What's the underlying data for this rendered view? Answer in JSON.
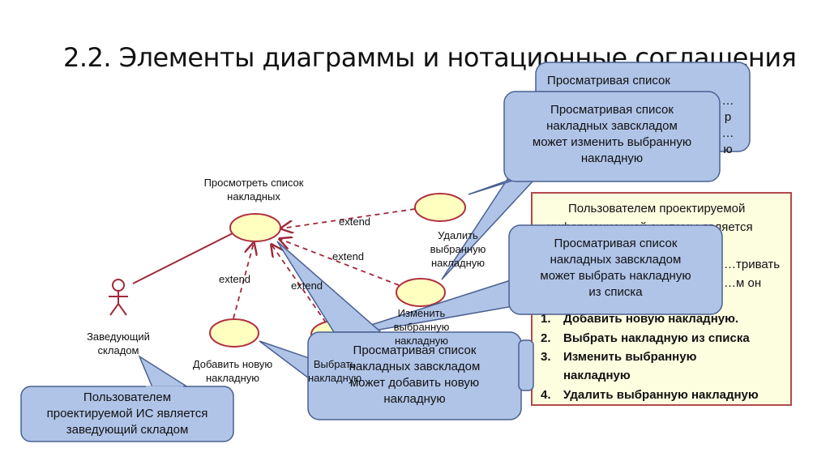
{
  "title": "2.2. Элементы диаграммы и нотационные соглашения",
  "actor": {
    "name": "Заведующий складом",
    "line1": "Заведующий",
    "line2": "складом"
  },
  "use_cases": {
    "view_list": {
      "line1": "Просмотреть список",
      "line2": "накладных"
    },
    "delete": {
      "line1": "Удалить",
      "line2": "выбранную",
      "line3": "накладную"
    },
    "change": {
      "line1": "Изменить",
      "line2": "выбранную",
      "line3": "накладную"
    },
    "add": {
      "line1": "Добавить новую",
      "line2": "накладную"
    },
    "select": {
      "line1": "Выбрать",
      "line2": "накладную"
    }
  },
  "relations": {
    "extend": "extend"
  },
  "yellow_box": {
    "line1": "Пользователем проектируемой",
    "line2": "информационной системы является",
    "line3": "…тривать",
    "line4": "…м он",
    "items": [
      {
        "num": "1.",
        "text": "Добавить новую накладную."
      },
      {
        "num": "2.",
        "text": "Выбрать накладную из списка"
      },
      {
        "num": "3.",
        "text": "Изменить выбранную"
      },
      {
        "num": "",
        "text": "накладную"
      },
      {
        "num": "4.",
        "text": "Удалить выбранную накладную"
      }
    ]
  },
  "callouts": {
    "back_top": {
      "line1": "Просматривая список",
      "line2": "…р",
      "line3": "…ю"
    },
    "front_top": {
      "line1": "Просматривая список",
      "line2": "накладных завскладом",
      "line3": "может изменить выбранную",
      "line4": "накладную"
    },
    "select": {
      "line1": "Просматривая список",
      "line2": "накладных завскладом",
      "line3": "может выбрать накладную",
      "line4": "из списка"
    },
    "add": {
      "line1": "Просматривая список",
      "line2": "накладных завскладом",
      "line3": "может добавить новую",
      "line4": "накладную"
    },
    "actor": {
      "line1": "Пользователем",
      "line2": "проектируемой ИС является",
      "line3": "заведующий складом"
    }
  },
  "colors": {
    "ellipse_fill": "#ffffc0",
    "ellipse_stroke": "#b03040",
    "callout_fill": "#b0c4e8",
    "callout_stroke": "#4a6090",
    "arrow": "#a0283a",
    "yellow_fill": "#fdfde0"
  }
}
